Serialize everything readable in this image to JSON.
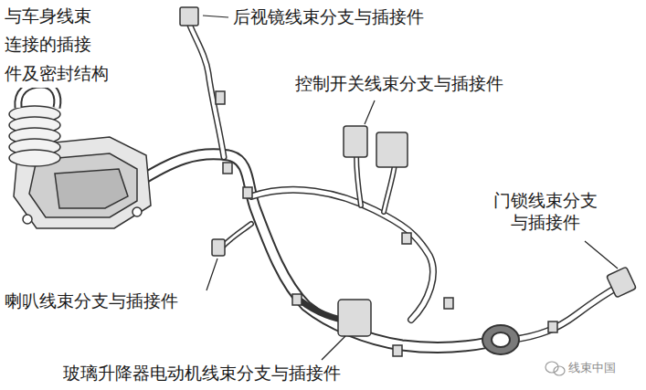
{
  "diagram": {
    "labels": [
      "与车身线束 连接的插接 件及密封结构",
      "后视镜线束分支与插接件",
      "控制开关线束分支与插接件",
      "门锁线束分支 与插接件",
      "喇叭线束分支与插接件",
      "玻璃升降器电动机线束分支与插接件",
      "线束中国"
    ]
  }
}
